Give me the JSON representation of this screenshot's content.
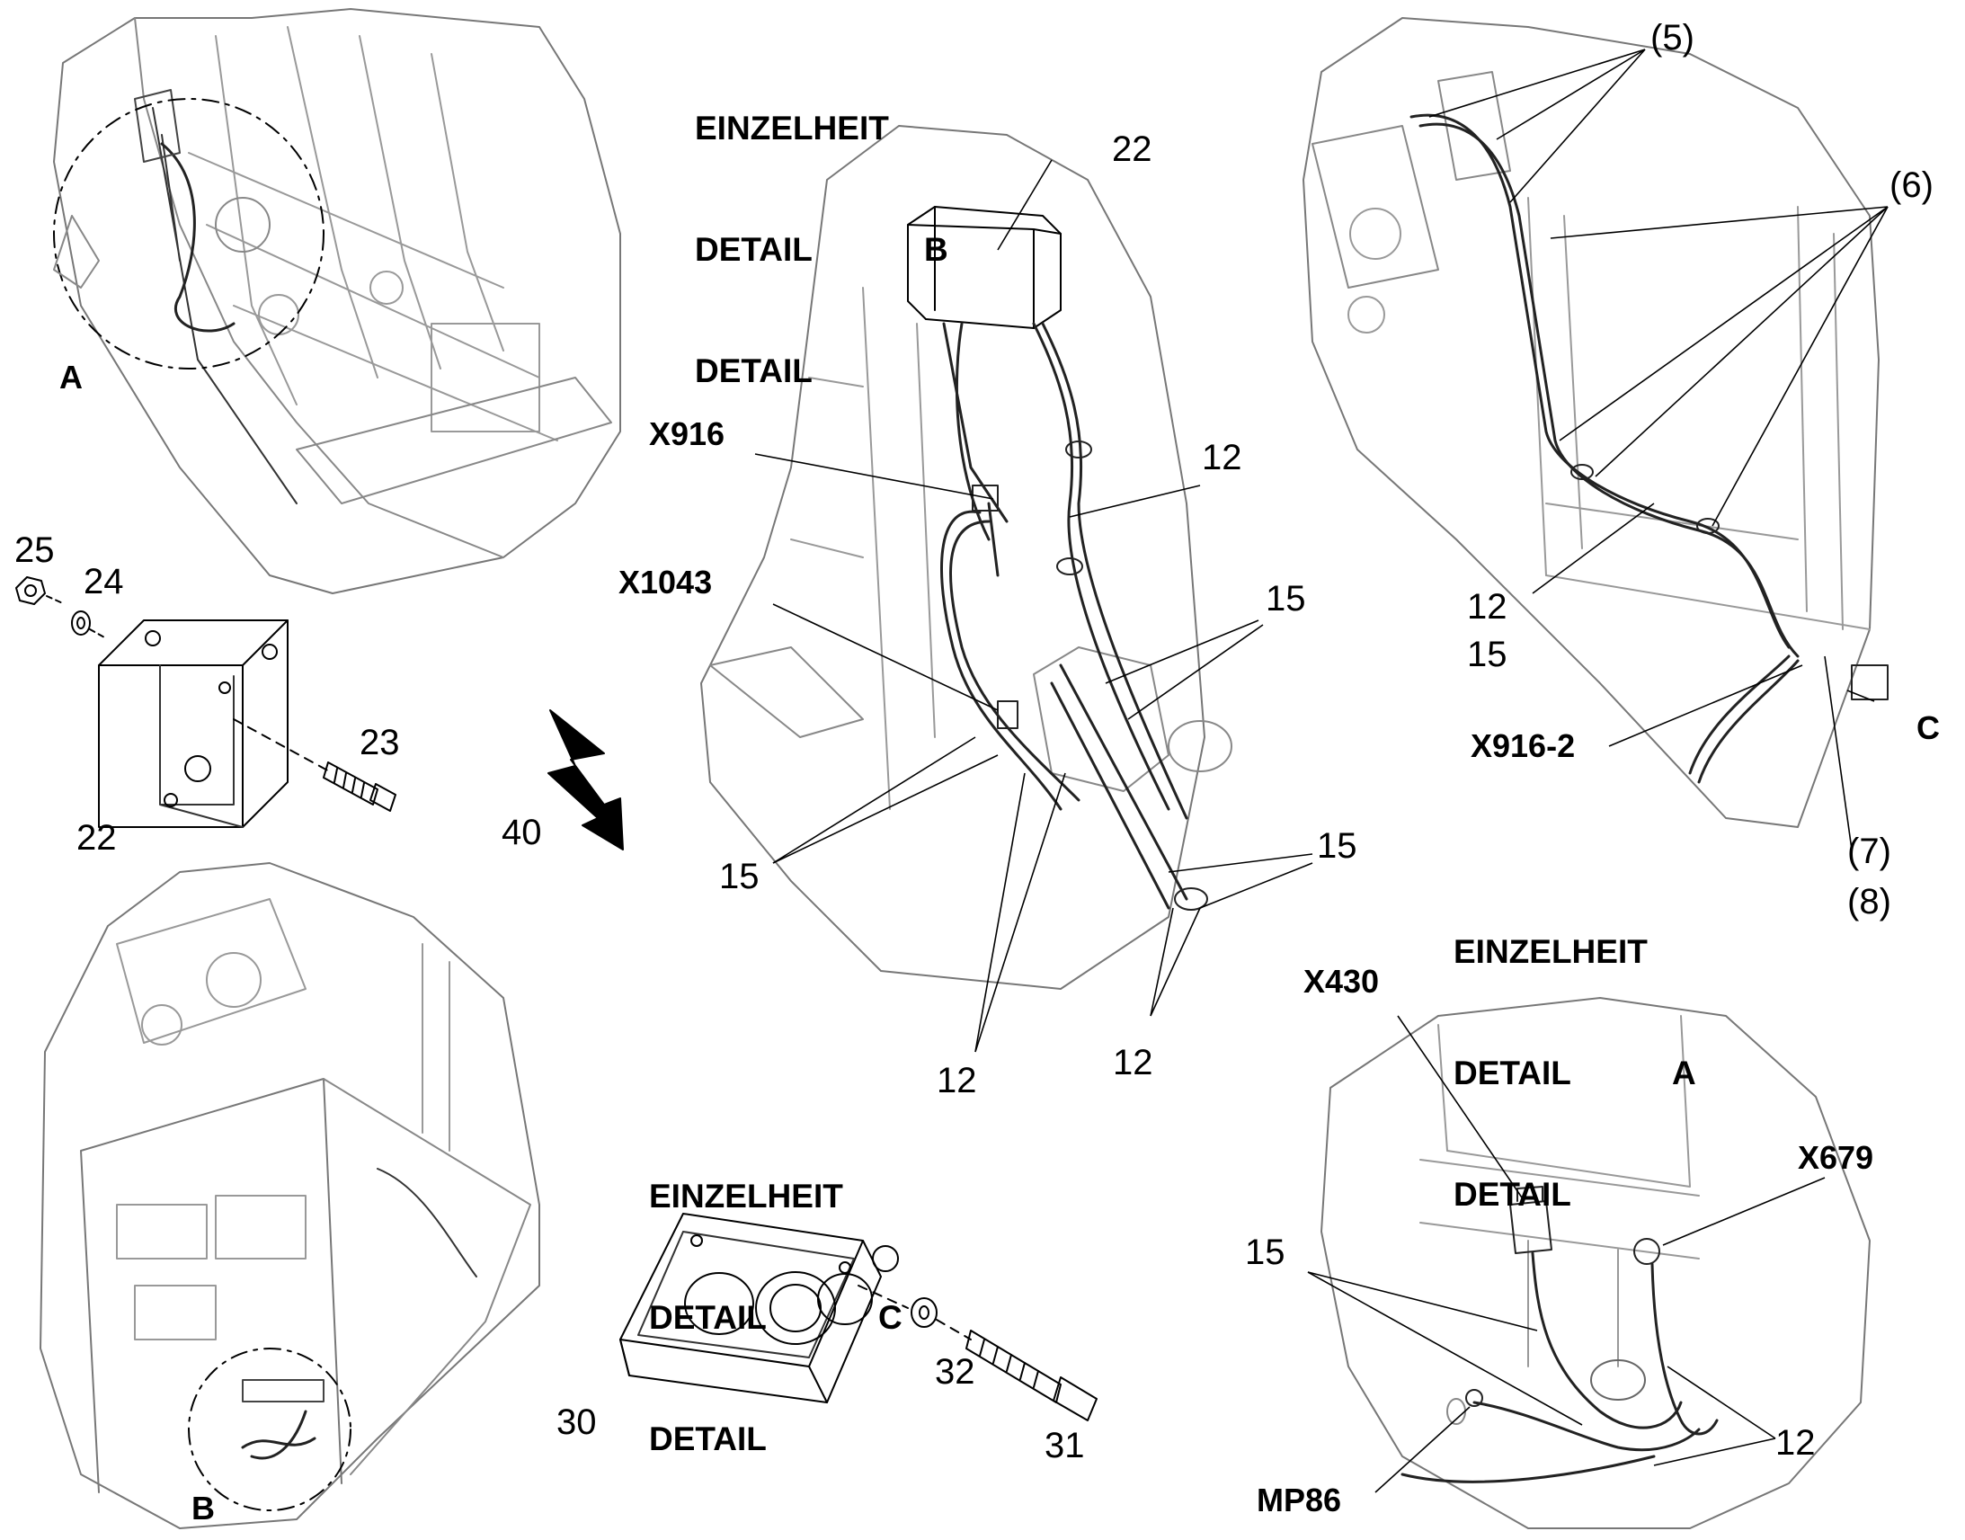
{
  "details": {
    "B": {
      "line1": "EINZELHEIT",
      "line2": "DETAIL",
      "letter": "B",
      "line3": "DETAIL"
    },
    "C": {
      "line1": "EINZELHEIT",
      "line2": "DETAIL",
      "letter": "C",
      "line3": "DETAIL"
    },
    "A": {
      "line1": "EINZELHEIT",
      "line2": "DETAIL",
      "letter": "A",
      "line3": "DETAIL"
    }
  },
  "view_markers": {
    "A": "A",
    "B": "B",
    "C": "C"
  },
  "part_numbers": {
    "p22": "22",
    "p23": "23",
    "p24": "24",
    "p25": "25",
    "p30": "30",
    "p31": "31",
    "p32": "32",
    "p40": "40",
    "p12": "12",
    "p15": "15",
    "p5": "(5)",
    "p6": "(6)",
    "p7": "(7)",
    "p8": "(8)"
  },
  "connectors": {
    "x916": "X916",
    "x1043": "X1043",
    "x916_2": "X916-2",
    "x430": "X430",
    "x679": "X679",
    "mp86": "MP86"
  }
}
